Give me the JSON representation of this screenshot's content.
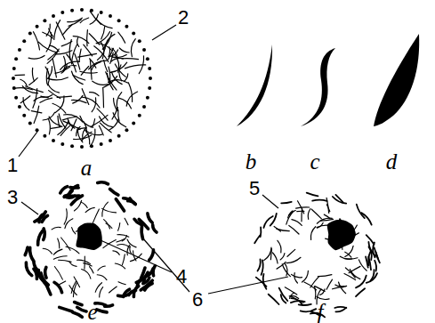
{
  "diagram": {
    "labels": [
      "2",
      "1",
      "a",
      "b",
      "c",
      "d",
      "3",
      "4",
      "5",
      "6",
      "e",
      "f"
    ]
  }
}
